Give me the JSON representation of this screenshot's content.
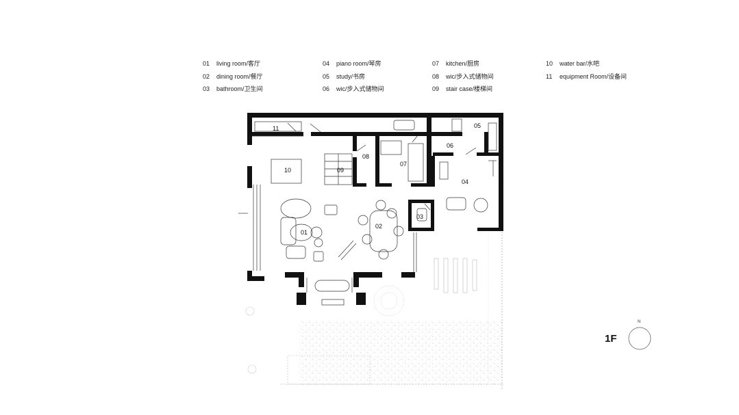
{
  "legend": [
    {
      "num": "01",
      "text": "living room/客厅"
    },
    {
      "num": "02",
      "text": "dining room/餐厅"
    },
    {
      "num": "03",
      "text": "bathroom/卫生间"
    },
    {
      "num": "04",
      "text": "piano room/琴房"
    },
    {
      "num": "05",
      "text": "study/书房"
    },
    {
      "num": "06",
      "text": "wic/步入式储物间"
    },
    {
      "num": "07",
      "text": "kitchen/厨房"
    },
    {
      "num": "08",
      "text": "wic/步入式储物间"
    },
    {
      "num": "09",
      "text": "stair case/楼梯间"
    },
    {
      "num": "10",
      "text": "water bar/水吧"
    },
    {
      "num": "11",
      "text": "equipment Room/设备间"
    }
  ],
  "rooms": {
    "r01": "01",
    "r02": "02",
    "r03": "03",
    "r04": "04",
    "r05": "05",
    "r06": "06",
    "r07": "07",
    "r08": "08",
    "r09": "09",
    "r10": "10",
    "r11": "11"
  },
  "floor_label": "1F",
  "north_label": "N"
}
